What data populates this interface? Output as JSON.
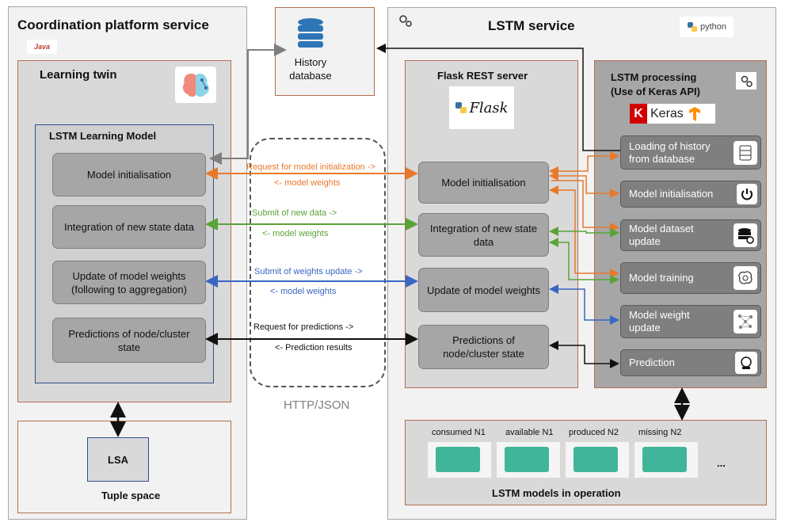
{
  "coordination": {
    "title": "Coordination platform service",
    "java_label": "Java",
    "learning_twin": "Learning twin",
    "lstm_model_title": "LSTM Learning Model",
    "boxes": [
      "Model initialisation",
      "Integration of new state data",
      "Update of model weights (following to aggregation)",
      "Predictions of node/cluster state"
    ],
    "lsa": "LSA",
    "tuple_space": "Tuple space"
  },
  "history": {
    "label_line1": "History",
    "label_line2": "database"
  },
  "http": {
    "label": "HTTP/JSON",
    "messages": {
      "req_init": "Request for model initialization ->",
      "resp_init": "<- model  weights",
      "submit_data": "Submit of new data ->",
      "resp_data": "<- model  weights",
      "submit_weights": "Submit of weights update  ->",
      "resp_weights": "<- model  weights",
      "req_pred": "Request for predictions ->",
      "resp_pred": "<- Prediction results"
    }
  },
  "lstm_service": {
    "title": "LSTM service",
    "python_label": "python",
    "flask_title": "Flask REST server",
    "flask_logo": "Flask",
    "flask_boxes": [
      "Model initialisation",
      "Integration of new state data",
      "Update of model weights",
      "Predictions of node/cluster state"
    ],
    "processing_title_line1": "LSTM processing",
    "processing_title_line2": "(Use of Keras API)",
    "keras_label": "Keras",
    "processing_boxes": [
      "Loading of history from database",
      "Model initialisation",
      "Model dataset update",
      "Model training",
      "Model weight update",
      "Prediction"
    ],
    "models_title": "LSTM models in operation",
    "models": [
      "consumed N1",
      "available N1",
      "produced N2",
      "missing N2"
    ],
    "ellipsis": "..."
  },
  "colors": {
    "orange": "#e8792c",
    "green": "#5aa339",
    "blue": "#3a66c3",
    "black": "#111111",
    "gray_arrow": "#7f7f7f",
    "panel_bg": "#f2f2f2",
    "panel_border": "#b07050"
  }
}
